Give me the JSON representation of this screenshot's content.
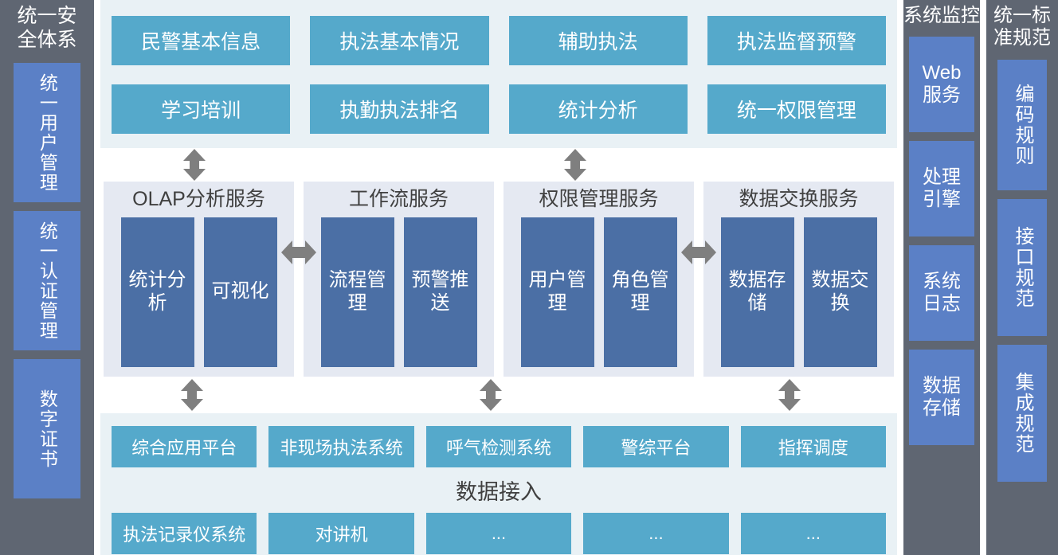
{
  "left_column": {
    "title": "统一安全体系",
    "boxes": [
      {
        "label": "统一用户管理"
      },
      {
        "label": "统一认证管理"
      },
      {
        "label": "数字证书"
      }
    ]
  },
  "application_layer": {
    "boxes": [
      {
        "label": "民警基本信息"
      },
      {
        "label": "执法基本情况"
      },
      {
        "label": "辅助执法"
      },
      {
        "label": "执法监督预警"
      },
      {
        "label": "学习培训"
      },
      {
        "label": "执勤执法排名"
      },
      {
        "label": "统计分析"
      },
      {
        "label": "统一权限管理"
      }
    ]
  },
  "service_layer": {
    "panels": [
      {
        "title": "OLAP分析服务",
        "children": [
          {
            "label": "统计分析"
          },
          {
            "label": "可视化"
          }
        ]
      },
      {
        "title": "工作流服务",
        "children": [
          {
            "label": "流程管理"
          },
          {
            "label": "预警推送"
          }
        ]
      },
      {
        "title": "权限管理服务",
        "children": [
          {
            "label": "用户管理"
          },
          {
            "label": "角色管理"
          }
        ]
      },
      {
        "title": "数据交换服务",
        "children": [
          {
            "label": "数据存储"
          },
          {
            "label": "数据交换"
          }
        ]
      }
    ]
  },
  "data_layer": {
    "caption": "数据接入",
    "row1": [
      {
        "label": "综合应用平台"
      },
      {
        "label": "非现场执法系统"
      },
      {
        "label": "呼气检测系统"
      },
      {
        "label": "警综平台"
      },
      {
        "label": "指挥调度"
      }
    ],
    "row2": [
      {
        "label": "执法记录仪系统"
      },
      {
        "label": "对讲机"
      },
      {
        "label": "..."
      },
      {
        "label": "..."
      },
      {
        "label": "..."
      }
    ]
  },
  "monitor_column": {
    "title": "系统监控",
    "boxes": [
      {
        "line1": "Web",
        "line2": "服务"
      },
      {
        "line1": "处理",
        "line2": "引擎"
      },
      {
        "line1": "系统",
        "line2": "日志"
      },
      {
        "line1": "数据",
        "line2": "存储"
      }
    ]
  },
  "standard_column": {
    "title": "统一标准规范",
    "boxes": [
      {
        "label": "编码规则"
      },
      {
        "label": "接口规范"
      },
      {
        "label": "集成规范"
      }
    ]
  },
  "colors": {
    "sidebar_bg": "#5f6672",
    "sidebar_box": "#5b80c6",
    "app_panel_bg": "#e9f1f5",
    "app_box": "#55a9cb",
    "service_panel_bg": "#e5e9f2",
    "service_box": "#4b6fa5",
    "arrow": "#7f7f7f",
    "title_text": "#404040"
  }
}
